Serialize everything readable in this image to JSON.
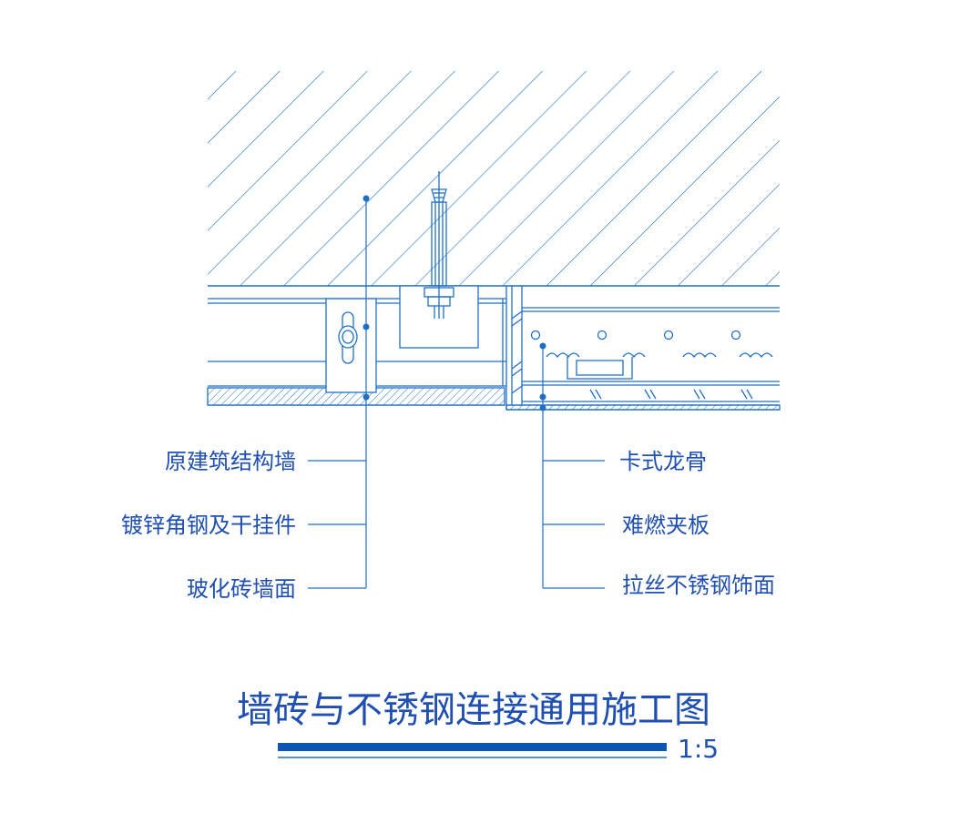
{
  "colors": {
    "line": "#1f6fc9",
    "text": "#1f4fb0",
    "title_bar": "#0c57b5",
    "background": "#ffffff"
  },
  "labels_left": [
    "原建筑结构墙",
    "镀锌角钢及干挂件",
    "玻化砖墙面"
  ],
  "labels_right": [
    "卡式龙骨",
    "难燃夹板",
    "拉丝不锈钢饰面"
  ],
  "title": "墙砖与不锈钢连接通用施工图",
  "scale": "1:5"
}
